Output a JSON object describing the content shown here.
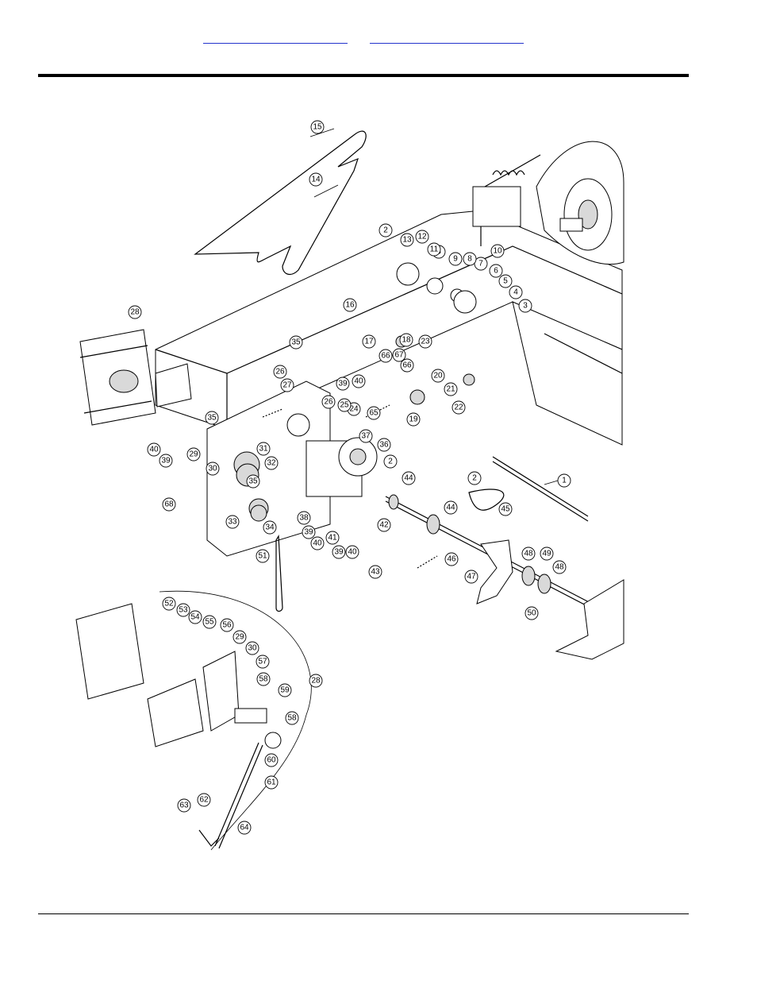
{
  "header": {
    "links": [
      {
        "id": "link-1",
        "text": ""
      },
      {
        "id": "link-2",
        "text": ""
      }
    ]
  },
  "callouts": [
    "1",
    "2",
    "3",
    "4",
    "5",
    "6",
    "7",
    "8",
    "9",
    "10",
    "11",
    "12",
    "13",
    "14",
    "15",
    "16",
    "17",
    "18",
    "19",
    "20",
    "21",
    "22",
    "23",
    "24",
    "25",
    "26",
    "27",
    "28",
    "29",
    "30",
    "31",
    "32",
    "33",
    "34",
    "35",
    "36",
    "37",
    "38",
    "39",
    "40",
    "41",
    "42",
    "43",
    "44",
    "45",
    "46",
    "47",
    "48",
    "49",
    "50",
    "51",
    "52",
    "53",
    "54",
    "55",
    "56",
    "57",
    "58",
    "59",
    "60",
    "61",
    "62",
    "63",
    "64",
    "65",
    "66",
    "67",
    "68"
  ]
}
